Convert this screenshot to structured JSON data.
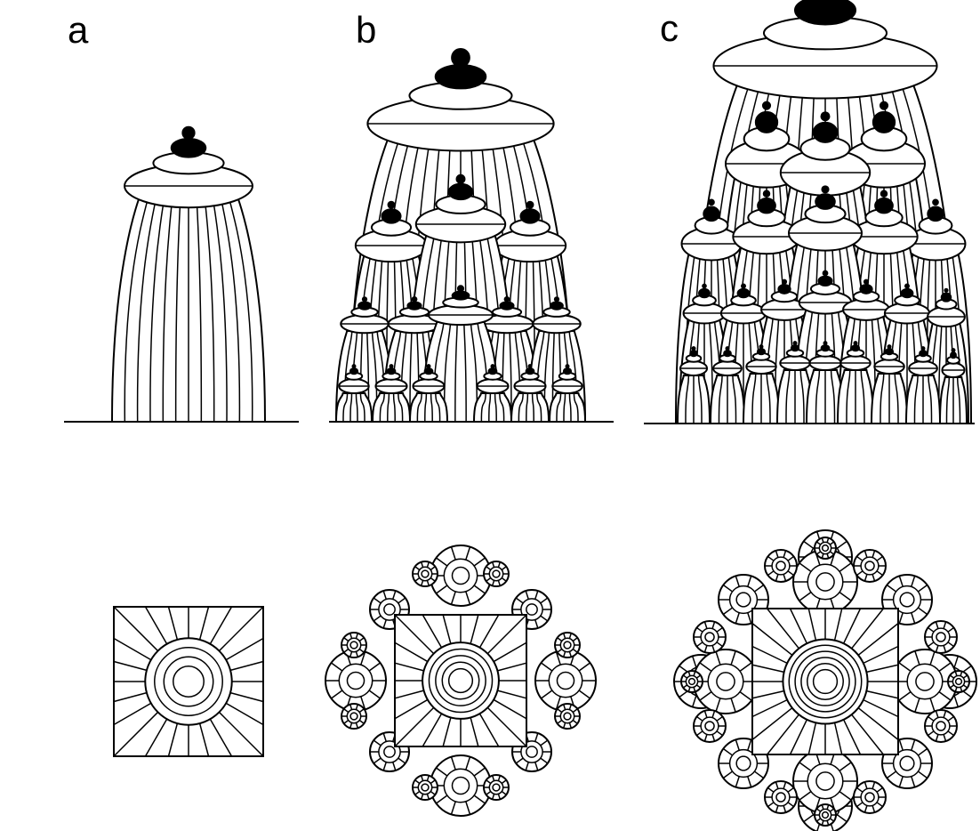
{
  "labels": {
    "a": "a",
    "b": "b",
    "c": "c"
  },
  "panels": [
    {
      "id": "a",
      "elevation": "single-tower",
      "plan": "single-ring"
    },
    {
      "id": "b",
      "elevation": "clustered-tower-level-2",
      "plan": "fractal-plan-level-2"
    },
    {
      "id": "c",
      "elevation": "clustered-tower-level-3",
      "plan": "fractal-plan-level-3"
    }
  ],
  "colors": {
    "ink": "#000000",
    "background": "#ffffff"
  }
}
